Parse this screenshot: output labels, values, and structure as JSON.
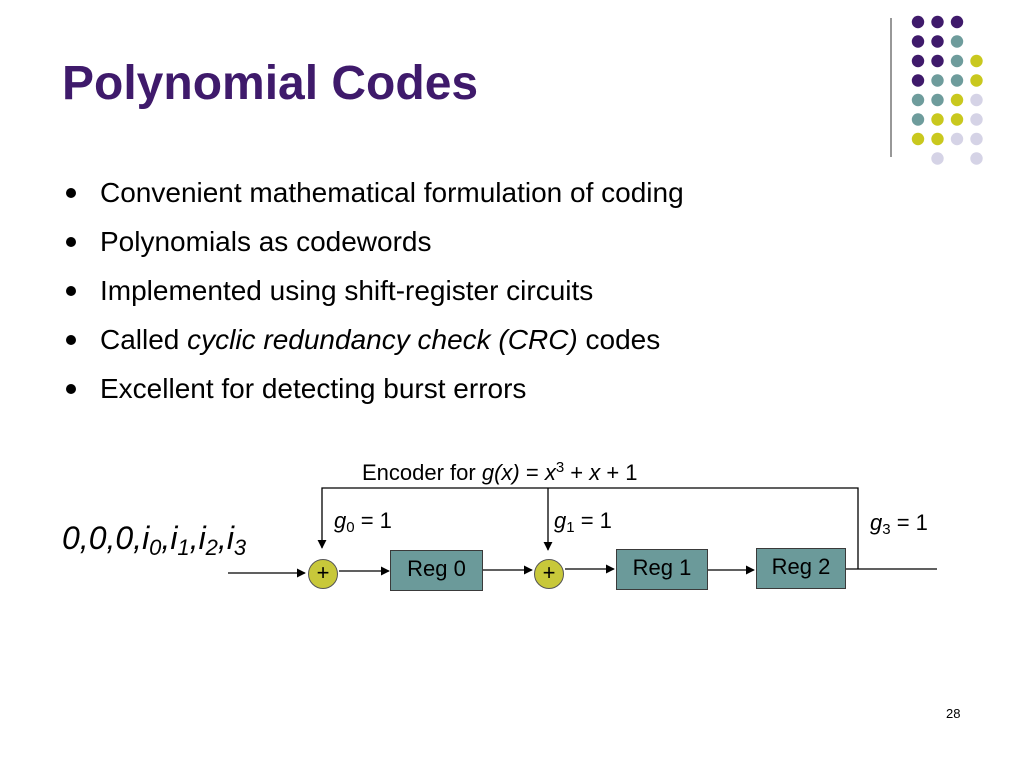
{
  "slide": {
    "title": "Polynomial Codes",
    "bullets": [
      {
        "pre": "Convenient mathematical formulation of coding",
        "em": "",
        "post": ""
      },
      {
        "pre": "Polynomials as codewords",
        "em": "",
        "post": ""
      },
      {
        "pre": "Implemented using shift-register circuits",
        "em": "",
        "post": ""
      },
      {
        "pre": "Called ",
        "em": "cyclic redundancy check (CRC)",
        "post": " codes"
      },
      {
        "pre": "Excellent for detecting burst errors",
        "em": "",
        "post": ""
      }
    ],
    "page_number": "28"
  },
  "diagram": {
    "caption": {
      "prefix": "Encoder for ",
      "gx": "g(x)",
      "eq": " = ",
      "x": "x",
      "exp": "3",
      "rest": " + ",
      "x2": "x",
      "rest2": " + 1"
    },
    "input_sequence": {
      "zeros": "0,0,0,",
      "symbols": [
        {
          "base": "i",
          "sub": "0",
          "sep": ","
        },
        {
          "base": "i",
          "sub": "1",
          "sep": ","
        },
        {
          "base": "i",
          "sub": "2",
          "sep": ","
        },
        {
          "base": "i",
          "sub": "3",
          "sep": ""
        }
      ]
    },
    "taps": [
      {
        "base": "g",
        "sub": "0",
        "value": " = 1"
      },
      {
        "base": "g",
        "sub": "1",
        "value": " = 1"
      },
      {
        "base": "g",
        "sub": "3",
        "value": " = 1"
      }
    ],
    "adders": [
      "+",
      "+"
    ],
    "registers": [
      "Reg 0",
      "Reg 1",
      "Reg 2"
    ]
  },
  "decor": {
    "dot_colors": {
      "purple": "#3f1a6b",
      "teal": "#6e9c9c",
      "yellow": "#c9c81e",
      "lavender": "#d5d3e6"
    },
    "dot_grid": [
      [
        "",
        "purple",
        "purple",
        "purple",
        ""
      ],
      [
        "",
        "purple",
        "purple",
        "teal",
        ""
      ],
      [
        "",
        "purple",
        "purple",
        "teal",
        "yellow"
      ],
      [
        "",
        "purple",
        "teal",
        "teal",
        "yellow"
      ],
      [
        "",
        "teal",
        "teal",
        "yellow",
        "lavender"
      ],
      [
        "",
        "teal",
        "yellow",
        "yellow",
        "lavender"
      ],
      [
        "",
        "yellow",
        "yellow",
        "lavender",
        "lavender"
      ],
      [
        "",
        "",
        "lavender",
        "",
        "lavender"
      ]
    ]
  }
}
